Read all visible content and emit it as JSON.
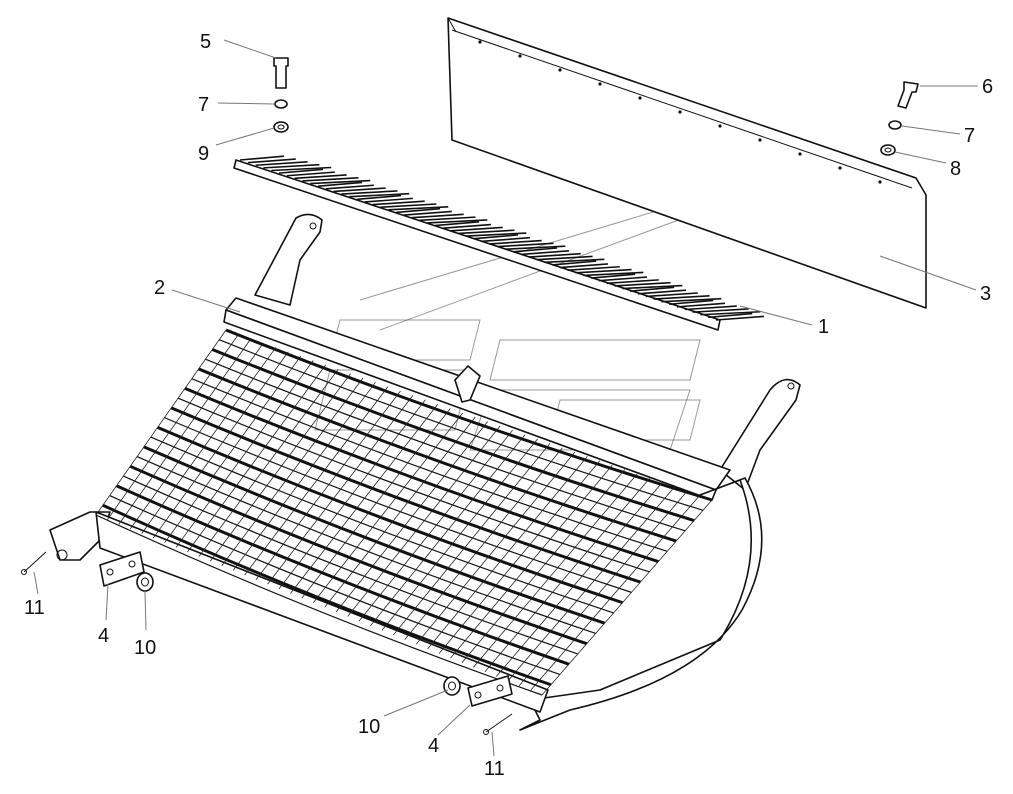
{
  "callouts": {
    "c1": "1",
    "c2": "2",
    "c3": "3",
    "c4a": "4",
    "c4b": "4",
    "c5": "5",
    "c6": "6",
    "c7a": "7",
    "c7b": "7",
    "c8": "8",
    "c9": "9",
    "c10a": "10",
    "c10b": "10",
    "c11a": "11",
    "c11b": "11"
  },
  "colors": {
    "line": "#111111",
    "leader": "#777777",
    "background": "#ffffff"
  }
}
